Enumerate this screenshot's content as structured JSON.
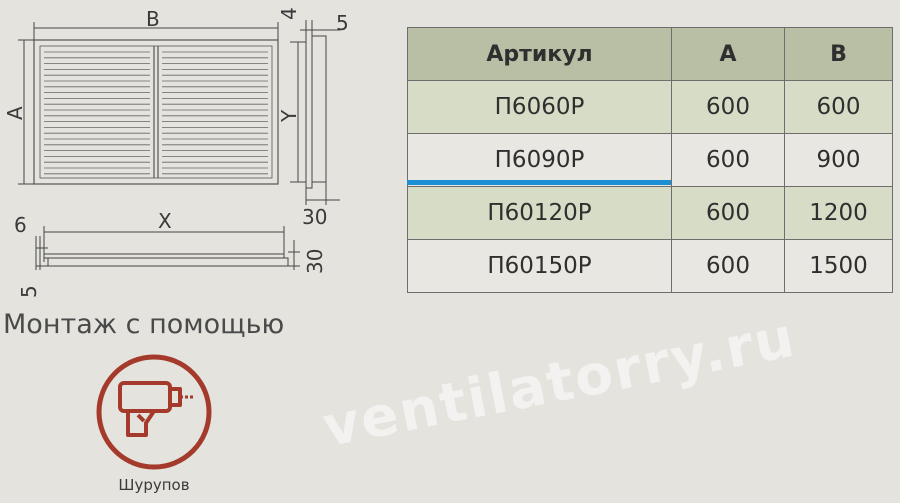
{
  "drawing": {
    "label_b": "B",
    "label_a": "A",
    "label_y": "Y",
    "label_x": "X",
    "dim_4": "4",
    "dim_5_top": "5",
    "dim_30_right": "30",
    "dim_6": "6",
    "dim_30_bottom": "30",
    "dim_5_bottom": "5"
  },
  "table": {
    "headers": [
      "Артикул",
      "A",
      "B"
    ],
    "rows": [
      [
        "П6060Р",
        "600",
        "600"
      ],
      [
        "П6090Р",
        "600",
        "900"
      ],
      [
        "П60120Р",
        "600",
        "1200"
      ],
      [
        "П60150Р",
        "600",
        "1500"
      ]
    ],
    "accent_color": "#1b8fd4"
  },
  "mounting": {
    "title": "Монтаж с помощью",
    "caption": "Шурупов",
    "icon": "drill-icon",
    "icon_color": "#a33a2b"
  },
  "watermark": "ventilatorry.ru"
}
